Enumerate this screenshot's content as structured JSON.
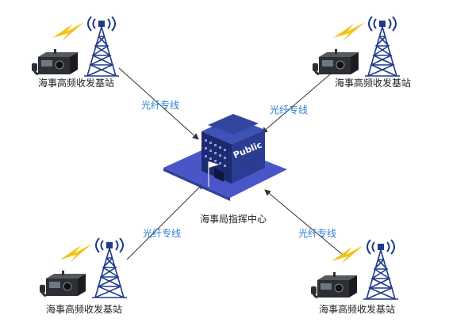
{
  "center": {
    "label": "海事局指挥中心",
    "sign": "Public"
  },
  "stations": [
    {
      "label": "海事高频收发基站",
      "link_label": "光纤专线"
    },
    {
      "label": "海事高频收发基站",
      "link_label": "光纤专线"
    },
    {
      "label": "海事高频收发基站",
      "link_label": "光纤专线"
    },
    {
      "label": "海事高频收发基站",
      "link_label": "光纤专线"
    }
  ],
  "colors": {
    "building_dark": "#1d2a6e",
    "building_mid": "#2b3c92",
    "platform": "#4a56c8",
    "tower": "#1f3a8a",
    "lightning": "#f2c21b",
    "fiber_text": "#2d7fd6",
    "radio_body": "#2c2f33"
  },
  "icons": [
    "radio-tower-icon",
    "lightning-icon",
    "radio-transceiver-icon",
    "office-building-icon",
    "flag-icon"
  ]
}
